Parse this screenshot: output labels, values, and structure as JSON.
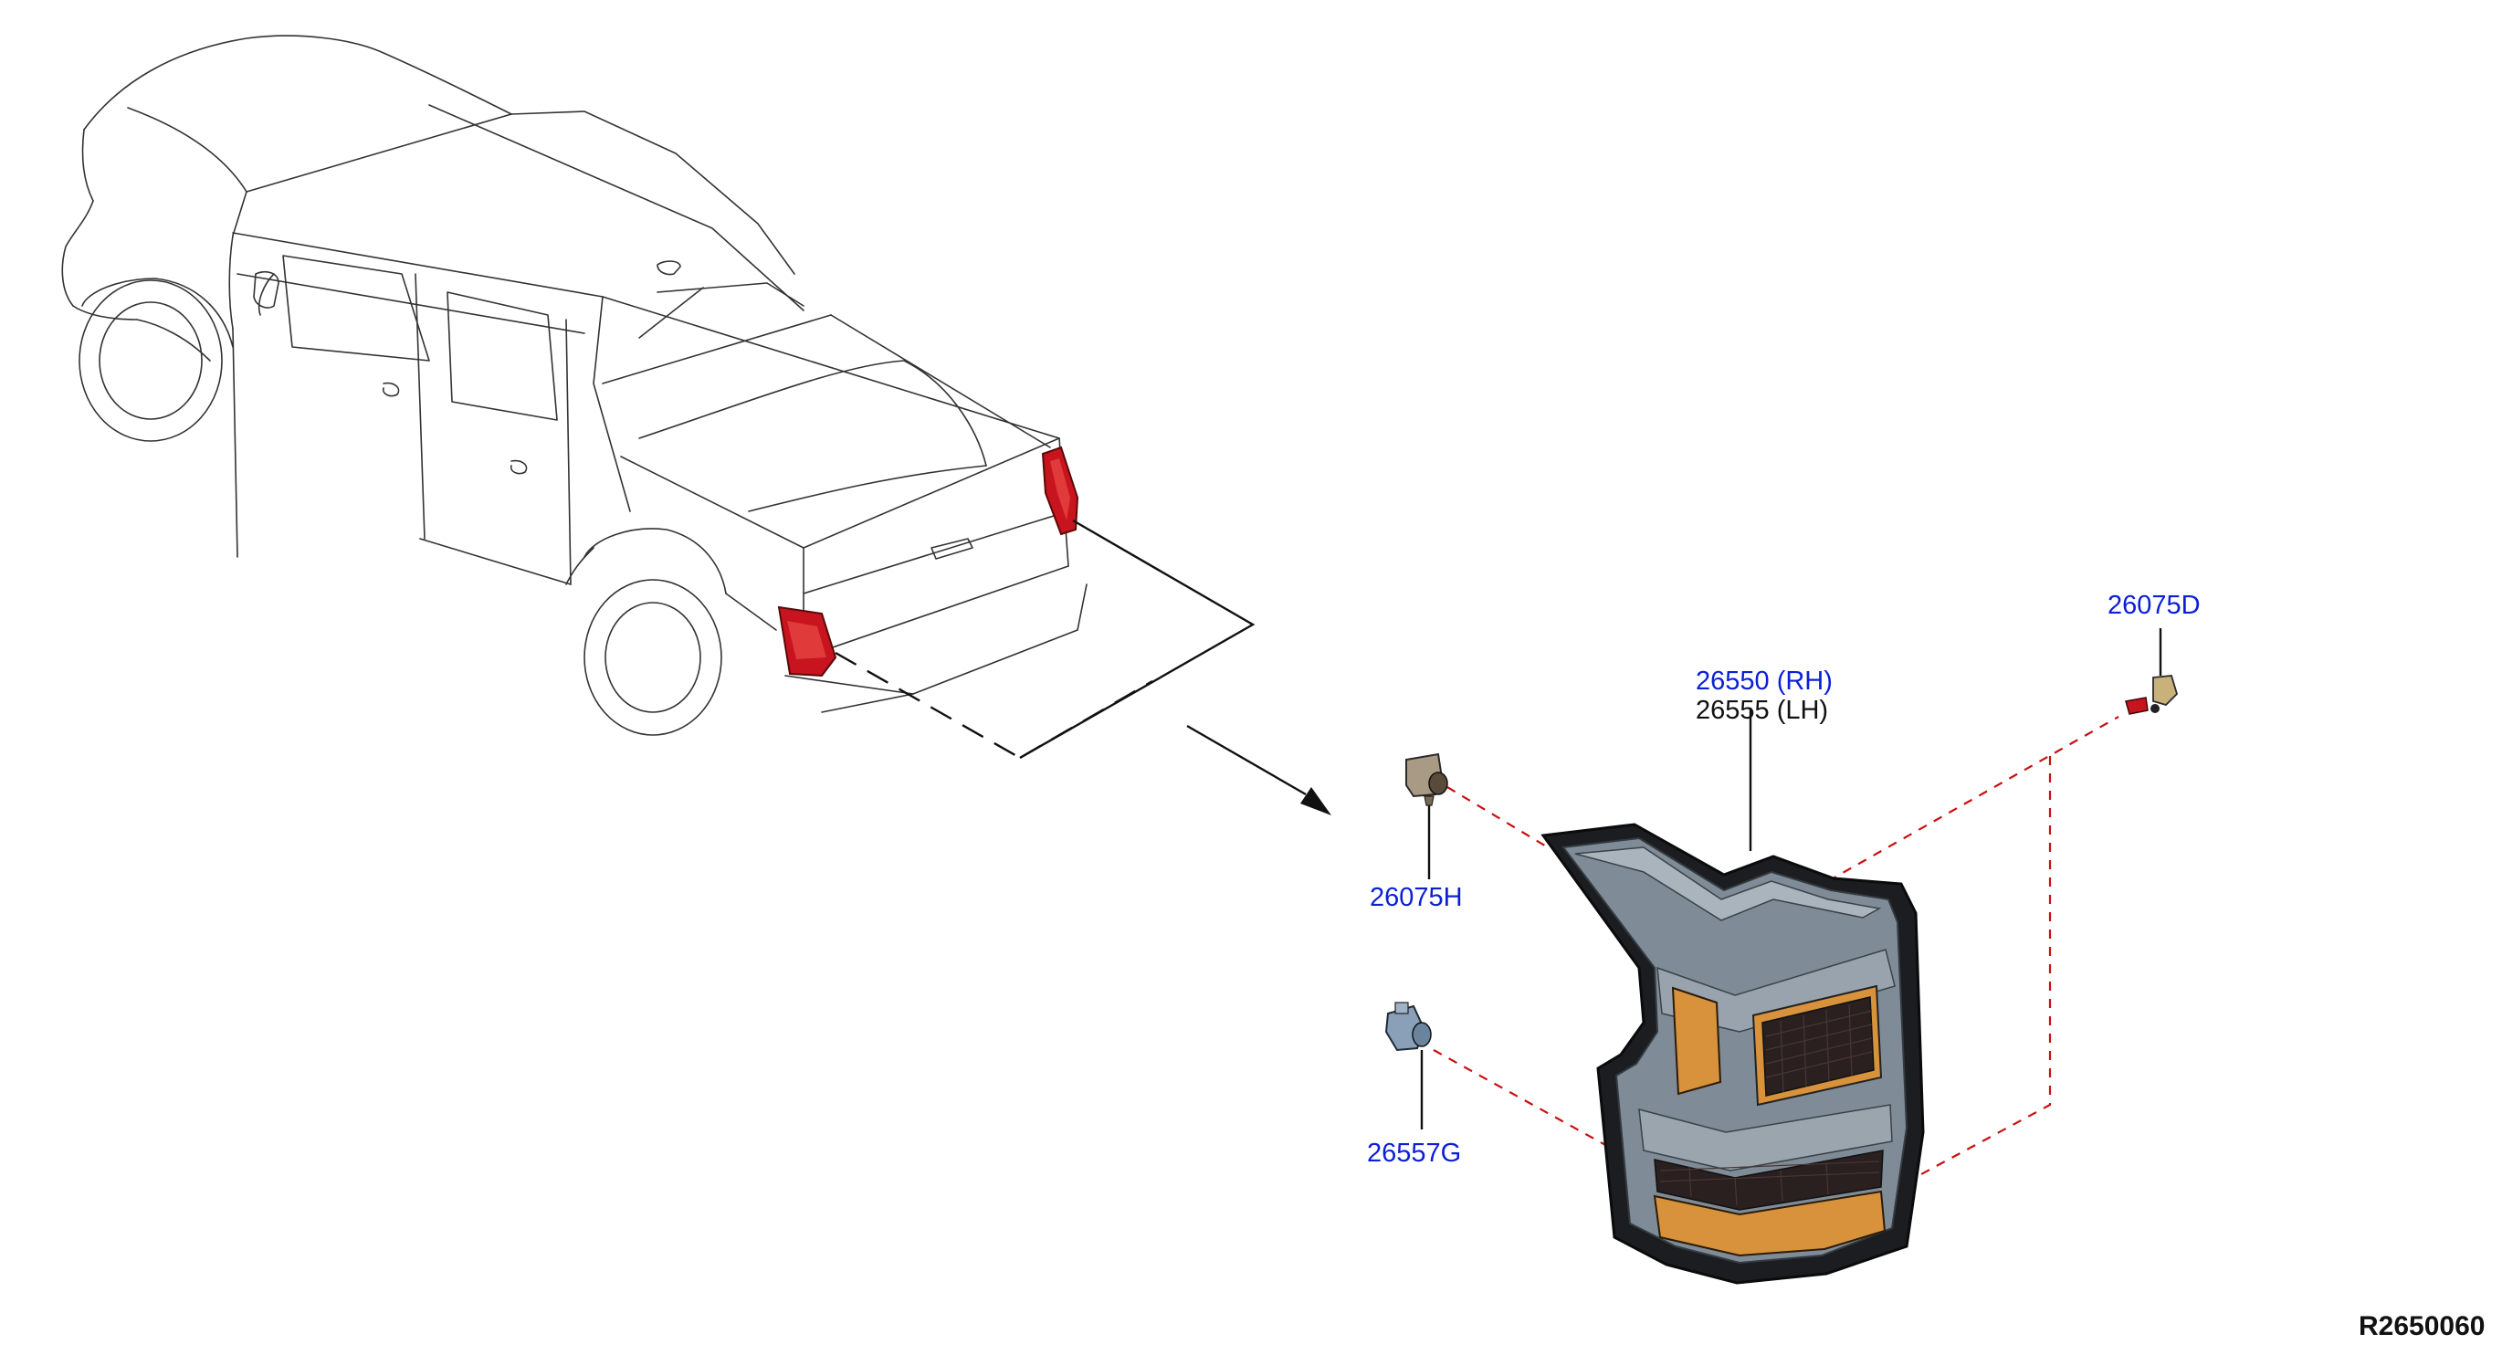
{
  "diagram_ref": "R2650060",
  "callouts": {
    "part_main_rh": "26550 (RH)",
    "part_main_lh": "26555 (LH)",
    "part_socket_upper": "26075H",
    "part_socket_lower": "26557G",
    "part_bulb": "26075D"
  },
  "colors": {
    "link_text": "#0b1fd6",
    "lamp_red": "#c8141e",
    "lamp_amber": "#d8923c",
    "lamp_housing": "#7f8b96",
    "phantom_line": "#c81010"
  }
}
